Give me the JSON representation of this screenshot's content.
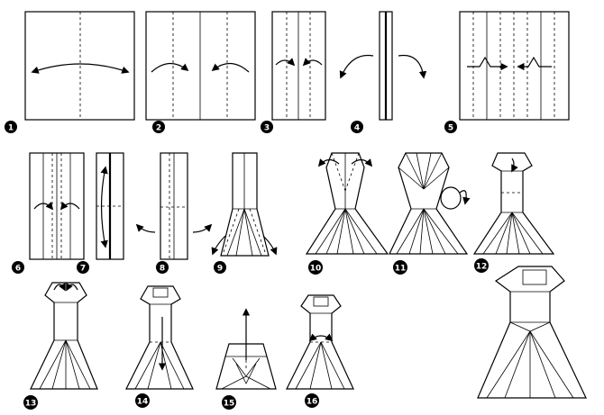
{
  "steps": [
    {
      "id": "1",
      "label": "1"
    },
    {
      "id": "2",
      "label": "2"
    },
    {
      "id": "3",
      "label": "3"
    },
    {
      "id": "4",
      "label": "4"
    },
    {
      "id": "5",
      "label": "5"
    },
    {
      "id": "6",
      "label": "6"
    },
    {
      "id": "7",
      "label": "7"
    },
    {
      "id": "8",
      "label": "8"
    },
    {
      "id": "9",
      "label": "9"
    },
    {
      "id": "10",
      "label": "10"
    },
    {
      "id": "11",
      "label": "11"
    },
    {
      "id": "12",
      "label": "12"
    },
    {
      "id": "13",
      "label": "13"
    },
    {
      "id": "14",
      "label": "14"
    },
    {
      "id": "15",
      "label": "15"
    },
    {
      "id": "16",
      "label": "16"
    }
  ],
  "colors": {
    "ink": "#000000",
    "paper": "#ffffff",
    "badge_text": "#ffffff"
  }
}
